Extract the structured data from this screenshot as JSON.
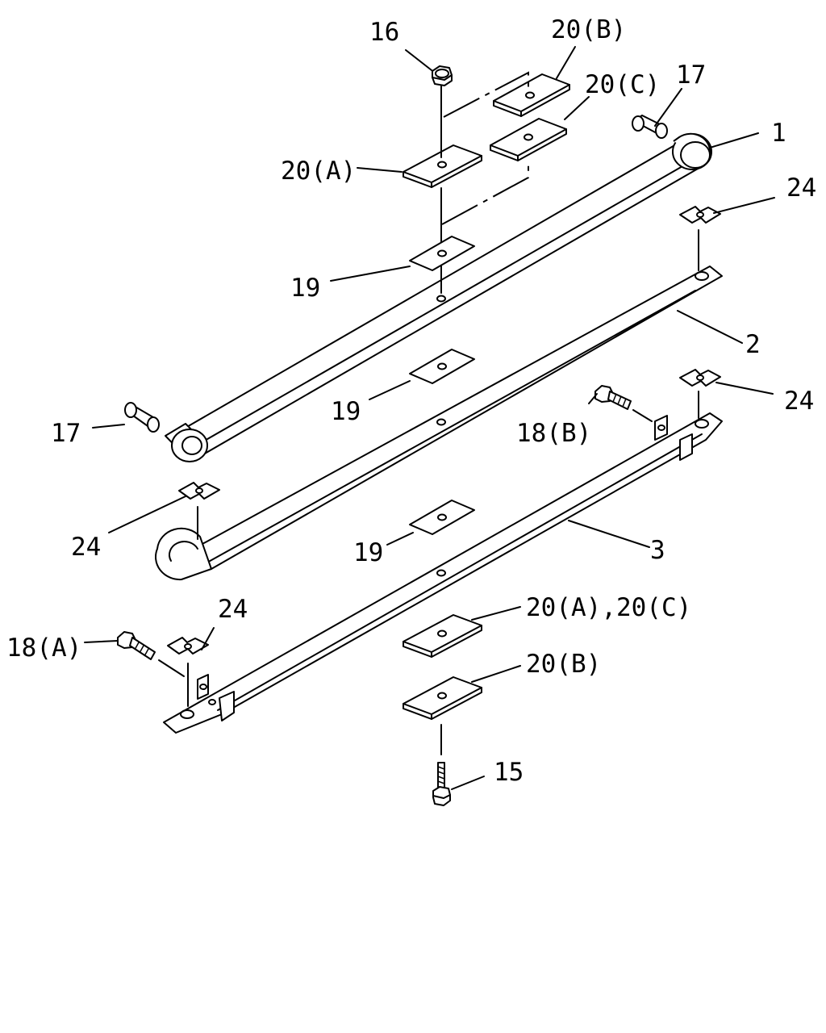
{
  "labels": {
    "p16": "16",
    "p20b_top": "20(B)",
    "p20c_top": "20(C)",
    "p17_right": "17",
    "p1": "1",
    "p20a_top": "20(A)",
    "p24_upper_right": "24",
    "p19_upper": "19",
    "p2": "2",
    "p19_middle": "19",
    "p24_mid_right": "24",
    "p17_left": "17",
    "p18b": "18(B)",
    "p24_left": "24",
    "p3": "3",
    "p19_lower": "19",
    "p24_lower": "24",
    "p20ac_bottom": "20(A),20(C)",
    "p18a": "18(A)",
    "p20b_bottom": "20(B)",
    "p15": "15"
  }
}
